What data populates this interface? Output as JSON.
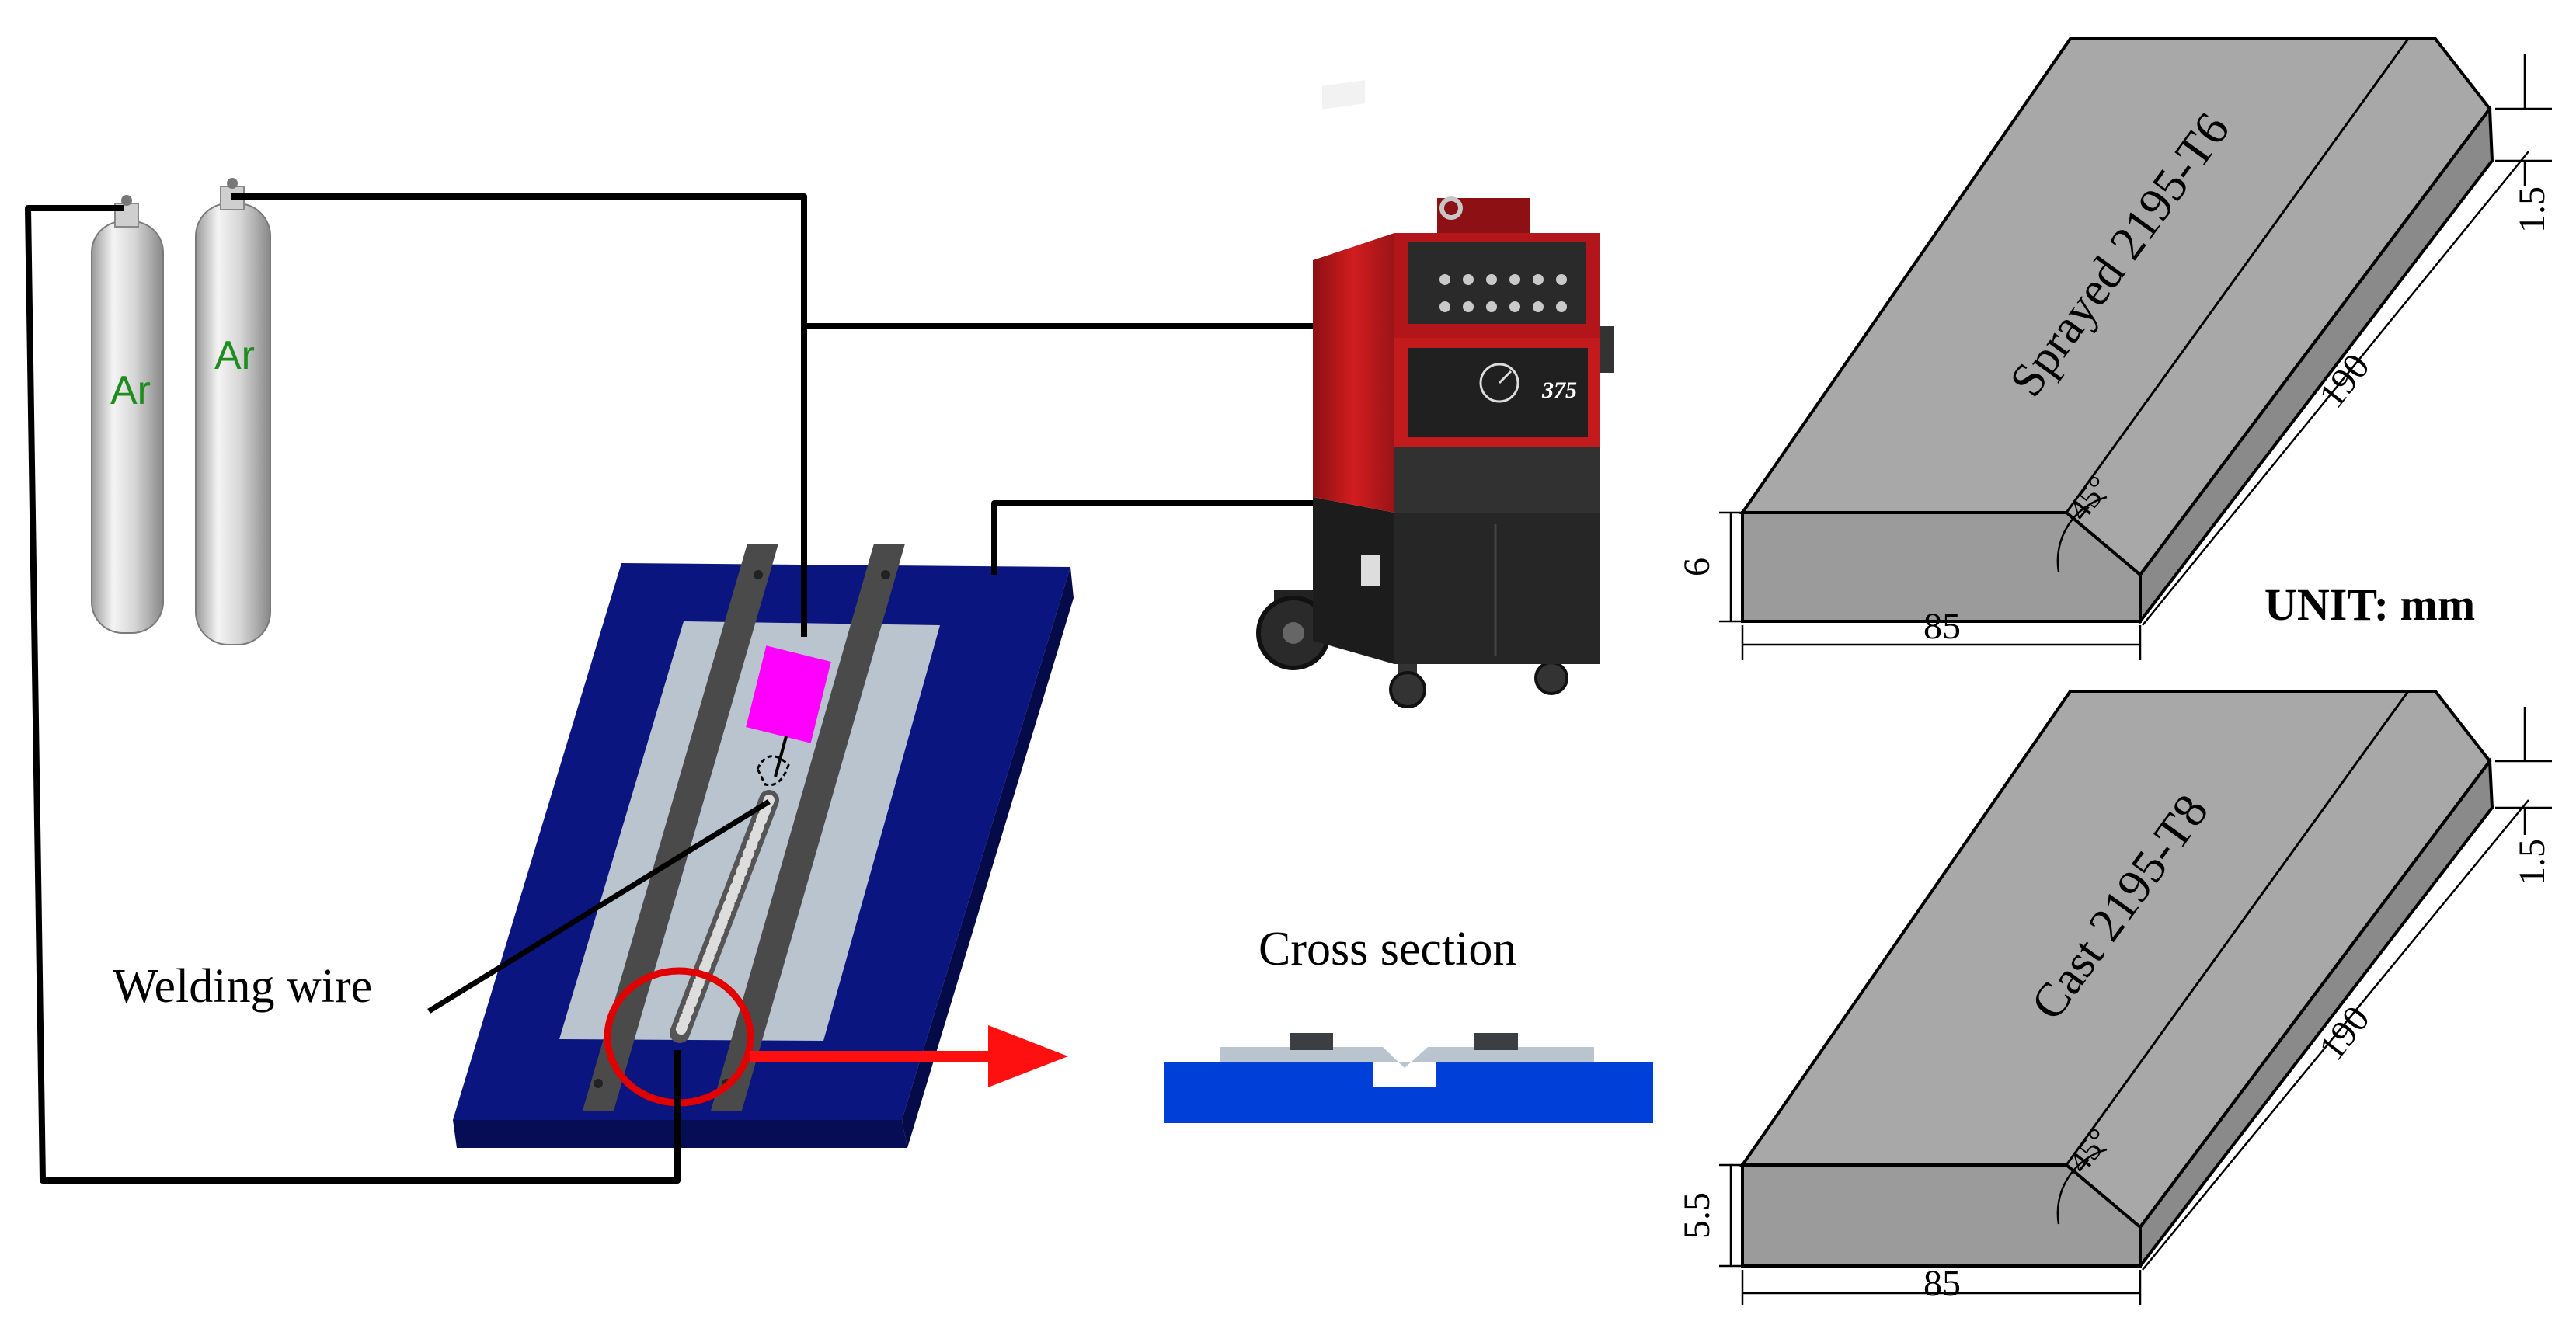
{
  "gas": {
    "cylinder_1_label": "Ar",
    "cylinder_2_label": "Ar"
  },
  "labels": {
    "welding_wire": "Welding wire",
    "cross_section": "Cross section",
    "unit": "UNIT: mm"
  },
  "welder": {
    "model_number": "375"
  },
  "plate_top": {
    "name": "Sprayed 2195-T6",
    "length": "190",
    "width": "85",
    "thickness": "6",
    "bevel_depth": "1.5",
    "bevel_angle": "45°"
  },
  "plate_bottom": {
    "name": "Cast 2195-T8",
    "length": "190",
    "width": "85",
    "thickness": "5.5",
    "bevel_depth": "1.5",
    "bevel_angle": "45°"
  },
  "colors": {
    "fixture_base": "#0a1580",
    "fixture_side": "#060d55",
    "workpiece": "#b9c4ce",
    "clamp_bar": "#4a4a4a",
    "torch": "#ff00ff",
    "highlight_circle": "#e00000",
    "arrow": "#ff1010",
    "cross_section_base": "#0040d8",
    "plate_top_face": "#a8a8a8",
    "plate_side_face": "#909090",
    "gas_label": "#1e8c1e",
    "welder_body": "#c0181b"
  }
}
